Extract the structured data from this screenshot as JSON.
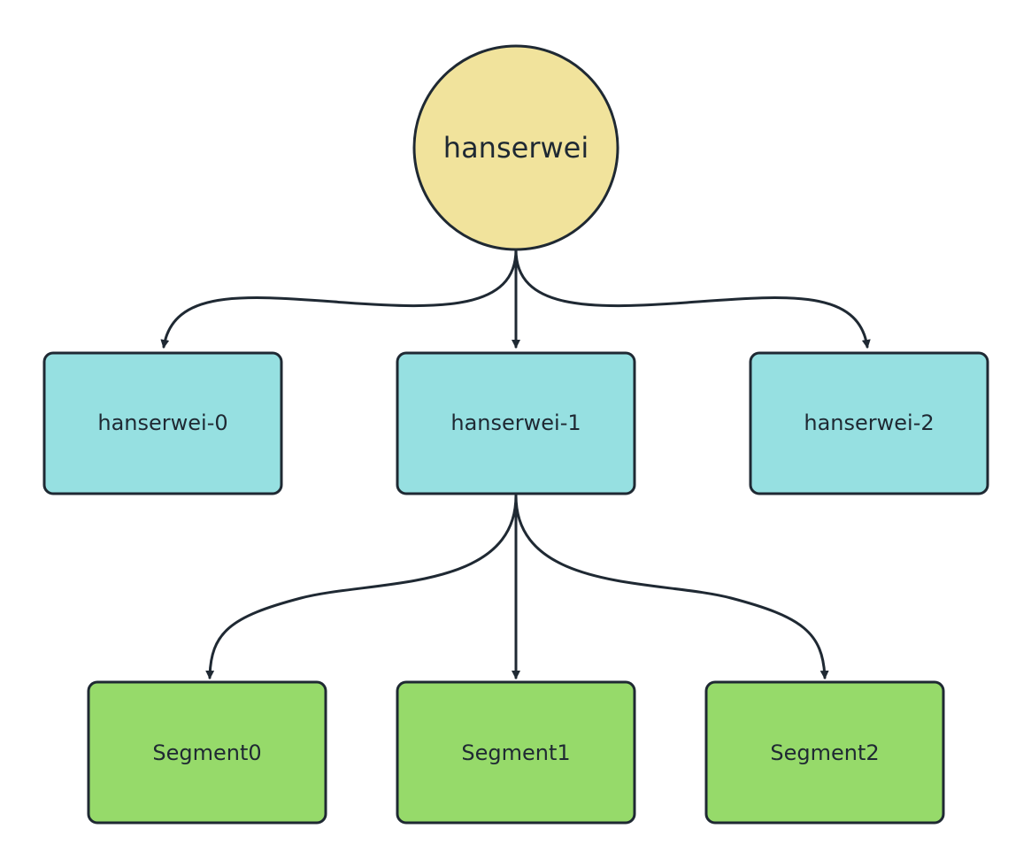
{
  "colors": {
    "root_fill": "#f1e39c",
    "mid_fill": "#96e0e1",
    "leaf_fill": "#96da6a",
    "stroke": "#1f2933"
  },
  "nodes": {
    "root": {
      "label": "hanserwei"
    },
    "mid": [
      {
        "label": "hanserwei-0"
      },
      {
        "label": "hanserwei-1"
      },
      {
        "label": "hanserwei-2"
      }
    ],
    "leaf": [
      {
        "label": "Segment0"
      },
      {
        "label": "Segment1"
      },
      {
        "label": "Segment2"
      }
    ]
  },
  "edges": [
    {
      "from": "hanserwei",
      "to": "hanserwei-0"
    },
    {
      "from": "hanserwei",
      "to": "hanserwei-1"
    },
    {
      "from": "hanserwei",
      "to": "hanserwei-2"
    },
    {
      "from": "hanserwei-1",
      "to": "Segment0"
    },
    {
      "from": "hanserwei-1",
      "to": "Segment1"
    },
    {
      "from": "hanserwei-1",
      "to": "Segment2"
    }
  ]
}
